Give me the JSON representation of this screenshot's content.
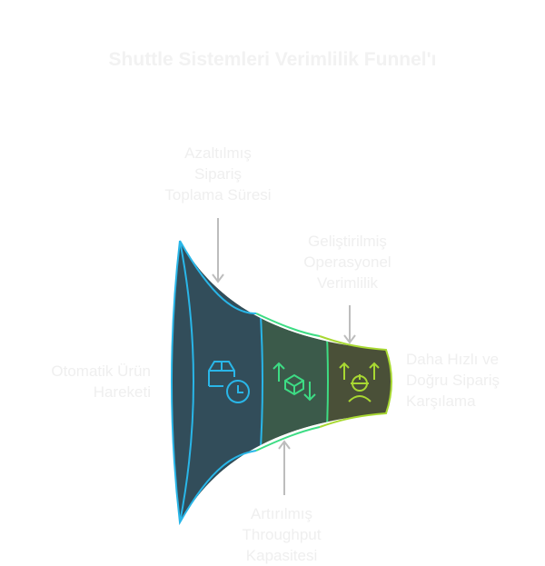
{
  "title": "Shuttle Sistemleri Verimlilik Funnel'ı",
  "stages": [
    {
      "label_lines": [
        "Otomatik Ürün",
        "Hareketi"
      ],
      "icon": "box-clock-icon",
      "color": "#29b6e8",
      "fill": "#324d5a"
    },
    {
      "label_lines": [
        "Artırılmış",
        "Throughput",
        "Kapasitesi"
      ],
      "icon": "box-up-down-arrows-icon",
      "color": "#3ddc84",
      "fill": "#3b5a4a"
    },
    {
      "label_lines": [
        "Daha Hızlı ve",
        "Doğru Sipariş",
        "Karşılama"
      ],
      "icon": "worker-up-arrows-icon",
      "color": "#a8d832",
      "fill": "#4a5038"
    }
  ],
  "callouts": [
    {
      "label_lines": [
        "Azaltılmış",
        "Sipariş",
        "Toplama Süresi"
      ]
    },
    {
      "label_lines": [
        "Geliştirilmiş",
        "Operasyonel",
        "Verimlilik"
      ]
    }
  ]
}
